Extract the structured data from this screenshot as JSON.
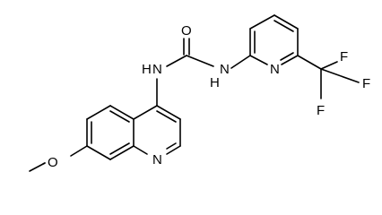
{
  "diagram": {
    "kind": "chemical-structure",
    "atom_labels": {
      "o_carbonyl": "O",
      "n_urea_left": "N",
      "h_urea_left": "H",
      "n_urea_right": "N",
      "h_urea_right": "H",
      "n_pyridine": "N",
      "n_quinoline": "N",
      "o_methoxy": "O",
      "f_top": "F",
      "f_right": "F",
      "f_bottom": "F"
    }
  }
}
